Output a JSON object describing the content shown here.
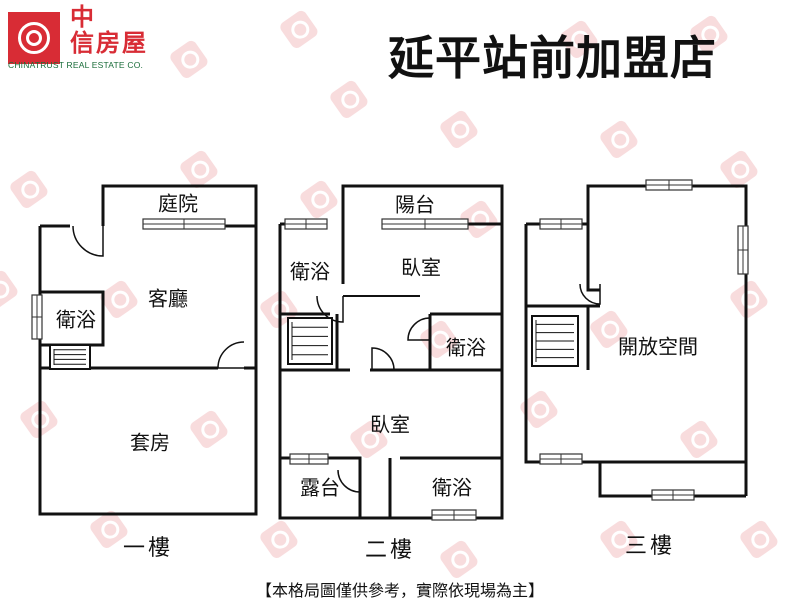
{
  "logo": {
    "line1": "中",
    "line2": "信房屋",
    "english": "CHINATRUST REAL ESTATE CO."
  },
  "store_title": "延平站前加盟店",
  "floors": [
    {
      "label": "一樓",
      "rooms": [
        "庭院",
        "客廳",
        "衛浴",
        "套房"
      ]
    },
    {
      "label": "二樓",
      "rooms": [
        "陽台",
        "衛浴",
        "臥室",
        "衛浴",
        "臥室",
        "露台",
        "衛浴"
      ]
    },
    {
      "label": "三樓",
      "rooms": [
        "開放空間"
      ]
    }
  ],
  "disclaimer": "【本格局圖僅供參考，實際依現場為主】",
  "colors": {
    "brand_red": "#d82c35",
    "brand_green": "#1a6d3a",
    "wall": "#111111",
    "window_frame": "#333333"
  }
}
